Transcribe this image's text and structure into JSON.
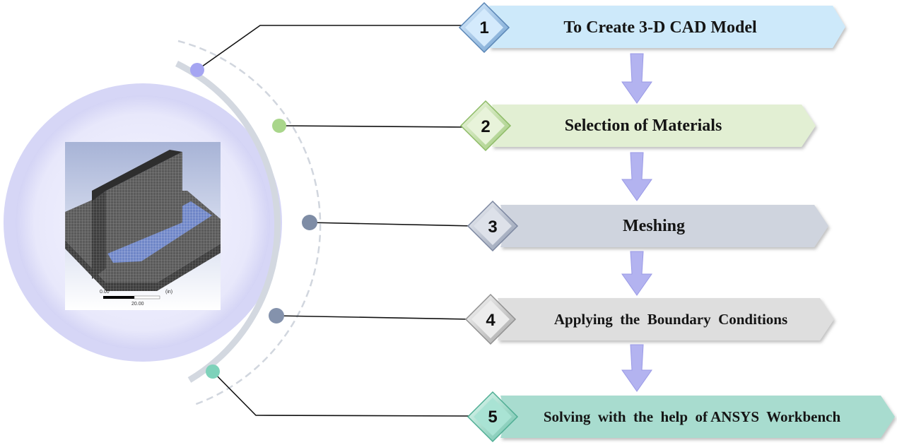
{
  "steps": [
    {
      "number": "1",
      "label": "To Create 3-D CAD Model",
      "color": "#cde9fa"
    },
    {
      "number": "2",
      "label": "Selection of Materials",
      "color": "#e2efd3"
    },
    {
      "number": "3",
      "label": "Meshing",
      "color": "#cfd4de"
    },
    {
      "number": "4",
      "label": "Applying  the  Boundary  Conditions",
      "color": "#dedede"
    },
    {
      "number": "5",
      "label": "Solving  with  the  help  of ANSYS  Workbench",
      "color": "#a8dccf"
    }
  ],
  "model_image": {
    "scale_start": "0.00",
    "scale_end": "20.00",
    "scale_unit": "(in)"
  },
  "colors": {
    "arrow": "#b3b3f0",
    "circle_outer": "#d8d8f7",
    "circle_inner": "#eeeefc",
    "arc": "#d2d7e0",
    "connector": "#111111"
  }
}
